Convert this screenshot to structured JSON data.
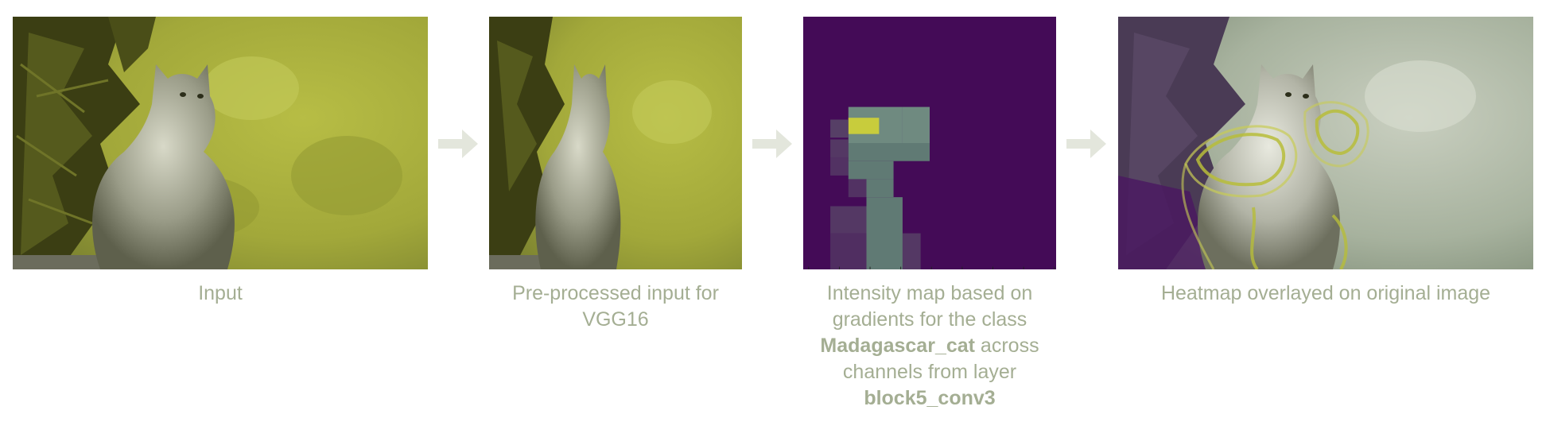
{
  "steps": [
    {
      "caption": "Input"
    },
    {
      "caption_line1": "Pre-processed input for",
      "caption_line2": "VGG16"
    },
    {
      "caption_line1": "Intensity map based on",
      "caption_line2": "gradients for the class",
      "class_name": "Madagascar_cat",
      "caption_line3_rest": " across",
      "caption_line4": "channels from layer",
      "layer_name": "block5_conv3"
    },
    {
      "caption": "Heatmap overlayed on original image"
    }
  ],
  "colors": {
    "caption_text": "#a4ae93",
    "arrow": "#e3e6dc",
    "olive_bright": "#a8b03a",
    "olive_dark": "#3a3d12",
    "viridis_dark": "#440b57",
    "viridis_mid": "#6f8a80",
    "viridis_bright": "#c8cc3c"
  }
}
